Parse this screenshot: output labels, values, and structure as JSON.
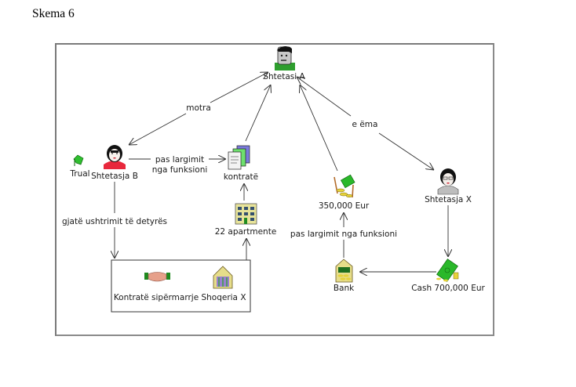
{
  "title": "Skema 6",
  "nodes": {
    "shtetasi_a": {
      "label": "Shtetasi A",
      "icon": "man-icon"
    },
    "shtetasja_b": {
      "label": "Shtetasja B",
      "icon": "woman-icon"
    },
    "trual": {
      "label": "Trual",
      "icon": "land-flag-icon"
    },
    "kontrate": {
      "label": "kontratë",
      "icon": "documents-icon"
    },
    "apartmente": {
      "label": "22 apartmente",
      "icon": "building-icon"
    },
    "eur_350": {
      "label": "350,000 Eur",
      "icon": "money-construction-icon"
    },
    "shtetasja_x": {
      "label": "Shtetasja X",
      "icon": "woman-glasses-icon"
    },
    "bank": {
      "label": "Bank",
      "icon": "bank-icon"
    },
    "cash_700": {
      "label": "Cash 700,000 Eur",
      "icon": "cash-icon"
    },
    "kontrate_sipermarrje": {
      "label": "Kontratë sipërmarrje",
      "icon": "handshake-icon"
    },
    "shoqeria_x": {
      "label": "Shoqeria X",
      "icon": "company-house-icon"
    }
  },
  "edges": {
    "motra": "motra",
    "pas_largimit_1": "pas largimit",
    "nga_funksioni_1": "nga funksioni",
    "e_ema": "e ëma",
    "gjate": "gjatë ushtrimit të detyrës",
    "pas_largimit_2": "pas largimit nga funksioni"
  }
}
